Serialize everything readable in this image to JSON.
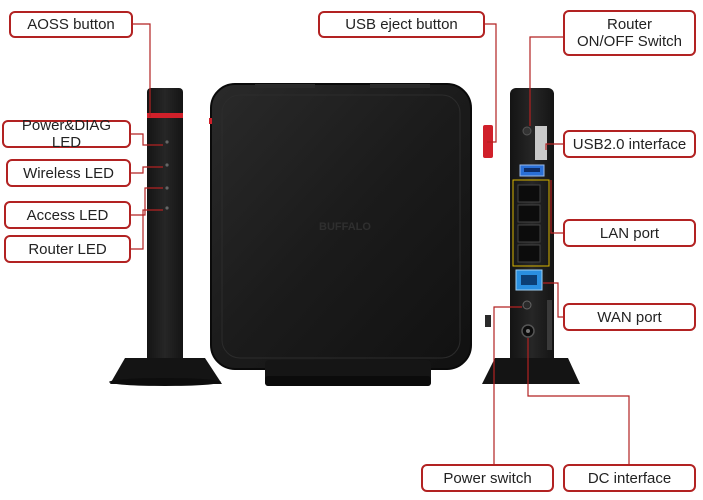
{
  "colors": {
    "callout_border": "#b22222",
    "leader_line": "#b22222",
    "device_body": "#1b1b1b",
    "accent_red": "#d0202a",
    "usb_blue": "#2a6fd6",
    "wan_blue": "#2a8fe0",
    "lan_yellow": "#d8b400"
  },
  "labels": {
    "aoss": "AOSS button",
    "power_diag_led": "Power&DIAG LED",
    "wireless_led": "Wireless LED",
    "access_led": "Access LED",
    "router_led": "Router LED",
    "usb_eject": "USB eject button",
    "router_switch_line1": "Router",
    "router_switch_line2": "ON/OFF Switch",
    "usb20": "USB2.0 interface",
    "lan_port": "LAN port",
    "wan_port": "WAN port",
    "power_switch": "Power switch",
    "dc_interface": "DC interface"
  },
  "device": {
    "brand": "BUFFALO"
  }
}
